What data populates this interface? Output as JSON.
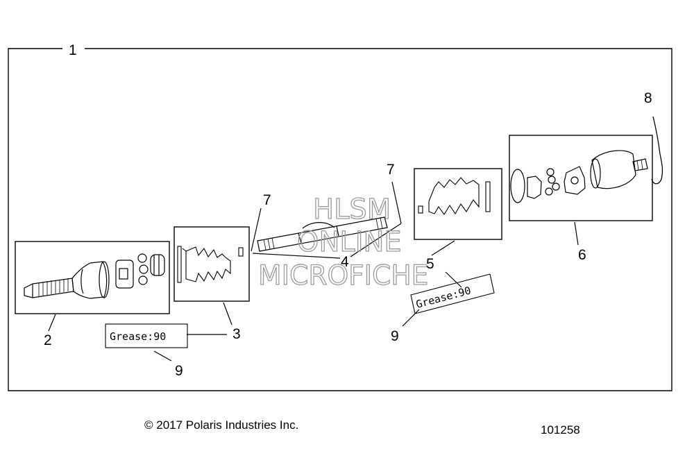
{
  "callouts": {
    "c1": "1",
    "c2": "2",
    "c3": "3",
    "c4": "4",
    "c5": "5",
    "c6": "6",
    "c7a": "7",
    "c7b": "7",
    "c8": "8",
    "c9a": "9",
    "c9b": "9"
  },
  "labels": {
    "grease_left": "Grease:90",
    "grease_right": "Grease:90"
  },
  "watermark": {
    "line1": "HLSM",
    "line2": "ONLINE",
    "line3": "MICROFICHE"
  },
  "footer": {
    "copyright": "© 2017 Polaris Industries Inc.",
    "drawing_id": "101258"
  }
}
